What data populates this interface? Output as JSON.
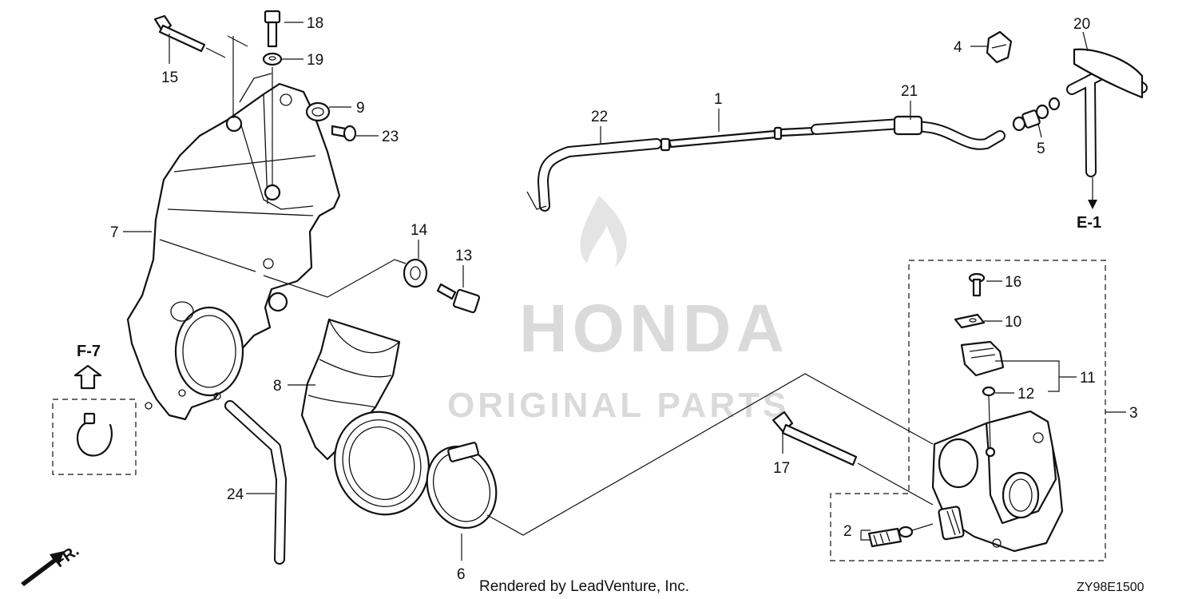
{
  "diagram": {
    "credit": "Rendered by LeadVenture, Inc.",
    "drawing_code": "ZY98E1500",
    "watermark": {
      "line1": "HONDA",
      "line2": "ORIGINAL PARTS"
    },
    "references": {
      "f7": "F-7",
      "e1": "E-1",
      "fr": "FR."
    },
    "callouts": {
      "c1": "1",
      "c2": "2",
      "c3": "3",
      "c4": "4",
      "c5": "5",
      "c6": "6",
      "c7": "7",
      "c8": "8",
      "c9": "9",
      "c10": "10",
      "c11": "11",
      "c12": "12",
      "c13": "13",
      "c14": "14",
      "c15": "15",
      "c16": "16",
      "c17": "17",
      "c18": "18",
      "c19": "19",
      "c20": "20",
      "c21": "21",
      "c22": "22",
      "c23": "23",
      "c24": "24"
    }
  }
}
